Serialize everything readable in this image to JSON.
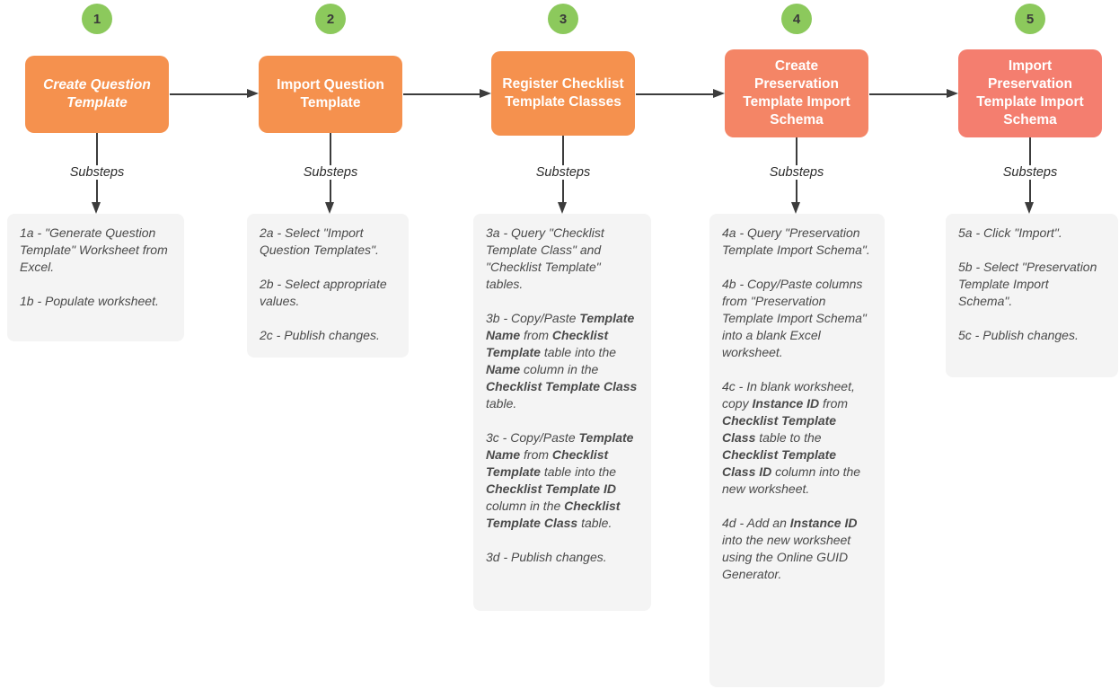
{
  "diagram": {
    "substeps_label": "Substeps",
    "colors": {
      "box_orange": "#F5914E",
      "box_salmon_orange": "#F48566",
      "box_salmon": "#F47E6F",
      "badge_green": "#8CC95C",
      "badge_text": "#3A3A3A",
      "panel_bg": "#F4F4F4",
      "line": "#3C3C3C",
      "text": "#4A4A4A",
      "title_text": "#FFFFFF"
    },
    "steps": [
      {
        "number": "1",
        "title": "Create Question Template",
        "substeps": [
          [
            {
              "t": "1a - \"Generate Question Template\" Worksheet from Excel."
            }
          ],
          [
            {
              "t": "1b - Populate worksheet."
            }
          ]
        ]
      },
      {
        "number": "2",
        "title": "Import Question Template",
        "substeps": [
          [
            {
              "t": "2a - Select \"Import Question Templates\"."
            }
          ],
          [
            {
              "t": "2b - Select appropriate values."
            }
          ],
          [
            {
              "t": "2c - Publish changes."
            }
          ]
        ]
      },
      {
        "number": "3",
        "title": "Register Checklist Template Classes",
        "substeps": [
          [
            {
              "t": "3a - Query \"Checklist Template Class\" and \"Checklist Template\" tables."
            }
          ],
          [
            {
              "t": "3b - Copy/Paste "
            },
            {
              "t": "Template Name",
              "b": true
            },
            {
              "t": " from "
            },
            {
              "t": "Checklist Template",
              "b": true
            },
            {
              "t": " table into the "
            },
            {
              "t": "Name",
              "b": true
            },
            {
              "t": " column in the "
            },
            {
              "t": "Checklist Template Class",
              "b": true
            },
            {
              "t": " table."
            }
          ],
          [
            {
              "t": "3c - Copy/Paste "
            },
            {
              "t": "Template Name",
              "b": true
            },
            {
              "t": " from "
            },
            {
              "t": "Checklist Template",
              "b": true
            },
            {
              "t": " table into the "
            },
            {
              "t": "Checklist Template ID",
              "b": true
            },
            {
              "t": " column in the "
            },
            {
              "t": "Checklist Template Class",
              "b": true
            },
            {
              "t": " table."
            }
          ],
          [
            {
              "t": "3d - Publish changes."
            }
          ]
        ]
      },
      {
        "number": "4",
        "title": "Create Preservation Template Import Schema",
        "substeps": [
          [
            {
              "t": "4a - Query \"Preservation Template Import Schema\"."
            }
          ],
          [
            {
              "t": "4b - Copy/Paste columns from \"Preservation Template Import Schema\" into a blank Excel worksheet."
            }
          ],
          [
            {
              "t": "4c - In blank worksheet, copy "
            },
            {
              "t": "Instance ID",
              "b": true
            },
            {
              "t": " from "
            },
            {
              "t": "Checklist Template Class",
              "b": true
            },
            {
              "t": " table to the "
            },
            {
              "t": "Checklist Template Class ID",
              "b": true
            },
            {
              "t": " column into the new worksheet."
            }
          ],
          [
            {
              "t": "4d - Add an "
            },
            {
              "t": "Instance ID",
              "b": true
            },
            {
              "t": " into the new worksheet using the Online GUID Generator."
            }
          ]
        ]
      },
      {
        "number": "5",
        "title": "Import Preservation Template Import Schema",
        "substeps": [
          [
            {
              "t": "5a - Click \"Import\"."
            }
          ],
          [
            {
              "t": "5b - Select \"Preservation Template Import Schema\"."
            }
          ],
          [
            {
              "t": "5c - Publish changes."
            }
          ]
        ]
      }
    ]
  }
}
